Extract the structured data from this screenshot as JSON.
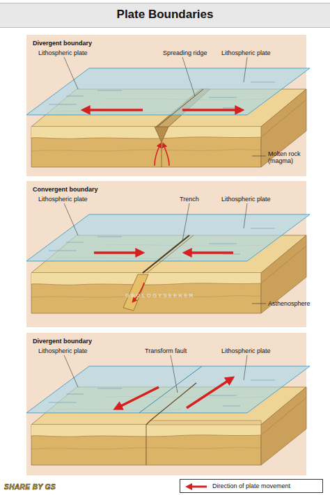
{
  "diagram": {
    "title": "Plate Boundaries",
    "nodes": [
      {
        "text": [
          "Divergent boundary"
        ]
      },
      {
        "text": [
          "Convergent boundary"
        ]
      },
      {
        "text": [
          "Divergent boundary"
        ]
      }
    ],
    "labels": [
      "Lithospheric plate",
      "Spreading ridge",
      "Lithospheric plate",
      "Molten rock (magma)",
      "Lithospheric plate",
      "Trench",
      "Lithospheric plate",
      "GEOLOGYSEEKER",
      "Asthenosphere",
      "Lithospheric plate",
      "Transform fault",
      "Lithospheric plate",
      "SHARE BY GS"
    ],
    "legend": [
      {
        "text": "Direction of plate movement"
      }
    ]
  }
}
